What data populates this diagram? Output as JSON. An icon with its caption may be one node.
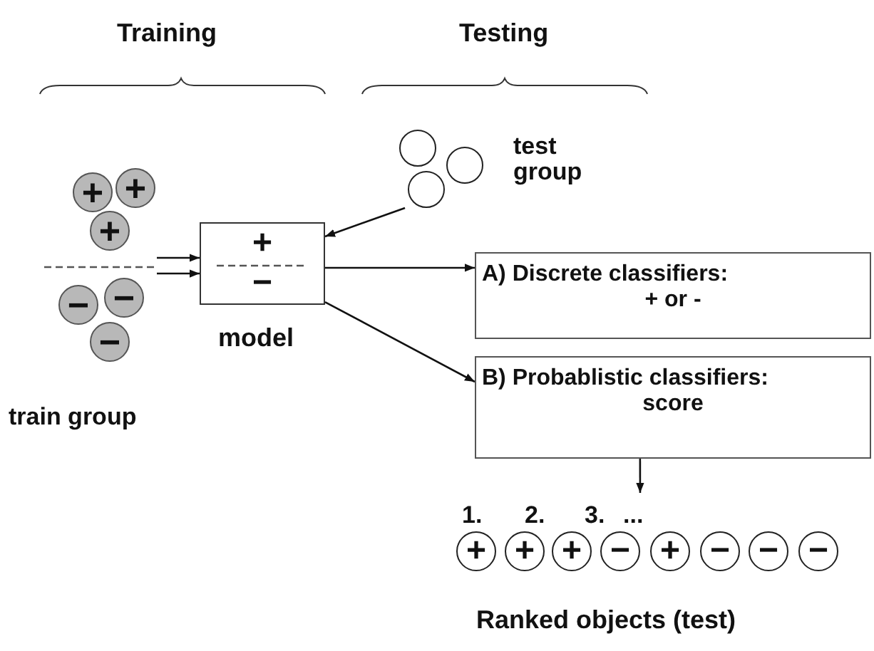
{
  "diagram": {
    "nodes": [
      {
        "text": [
          "train group"
        ]
      },
      {
        "text": [
          "+"
        ],
        "in": 0
      },
      {
        "text": [
          "+"
        ],
        "in": 0
      },
      {
        "text": [
          "+"
        ],
        "in": 0
      },
      {
        "text": [
          "−"
        ],
        "in": 0
      },
      {
        "text": [
          "−"
        ],
        "in": 0
      },
      {
        "text": [
          "−"
        ],
        "in": 0
      },
      {
        "text": [
          "+",
          "−"
        ],
        "beside": [
          "model"
        ]
      },
      {
        "text": [
          "test group"
        ]
      },
      {
        "text": [],
        "shape": "circle",
        "in": 8
      },
      {
        "text": [],
        "shape": "circle",
        "in": 8
      },
      {
        "text": [],
        "shape": "circle",
        "in": 8
      },
      {
        "text": [
          "A) Discrete classifiers:",
          "+ or -"
        ]
      },
      {
        "text": [
          "B) Probablistic classifiers:",
          "score"
        ]
      },
      {
        "text": [
          "Ranked objects (test)"
        ]
      },
      {
        "text": [
          "+"
        ],
        "in": 14
      },
      {
        "text": [
          "+"
        ],
        "in": 14
      },
      {
        "text": [
          "+"
        ],
        "in": 14
      },
      {
        "text": [
          "−"
        ],
        "in": 14
      },
      {
        "text": [
          "+"
        ],
        "in": 14
      },
      {
        "text": [
          "−"
        ],
        "in": 14
      },
      {
        "text": [
          "−"
        ],
        "in": 14
      },
      {
        "text": [
          "−"
        ],
        "in": 14
      }
    ],
    "edges": [
      {
        "from": 0,
        "to": 7,
        "arrow": "to"
      },
      {
        "from": 0,
        "to": 7,
        "arrow": "to"
      },
      {
        "from": 8,
        "to": 7,
        "arrow": "to"
      },
      {
        "from": 7,
        "to": 12,
        "arrow": "to"
      },
      {
        "from": 7,
        "to": 13,
        "arrow": "to"
      },
      {
        "from": 13,
        "to": 14,
        "arrow": "to"
      }
    ],
    "labels": [
      "Training",
      "Testing",
      "1.",
      "2.",
      "3.",
      "..."
    ]
  }
}
